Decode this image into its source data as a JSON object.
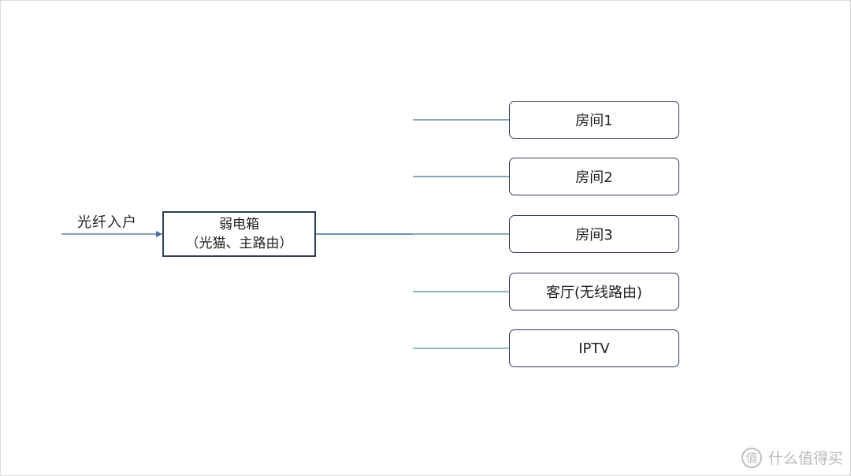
{
  "diagram": {
    "input_label": "光纤入户",
    "main_node": {
      "line1": "弱电箱",
      "line2": "（光猫、主路由）"
    },
    "branches": [
      {
        "label": "房间1"
      },
      {
        "label": "房间2"
      },
      {
        "label": "房间3"
      },
      {
        "label": "客厅(无线路由)"
      },
      {
        "label": "IPTV"
      }
    ],
    "colors": {
      "box_border": "#2f3e58",
      "connector": "#3f6f9a",
      "connector_lower": "#4e9a86"
    }
  },
  "watermark": {
    "icon": "值",
    "text": "什么值得买"
  }
}
